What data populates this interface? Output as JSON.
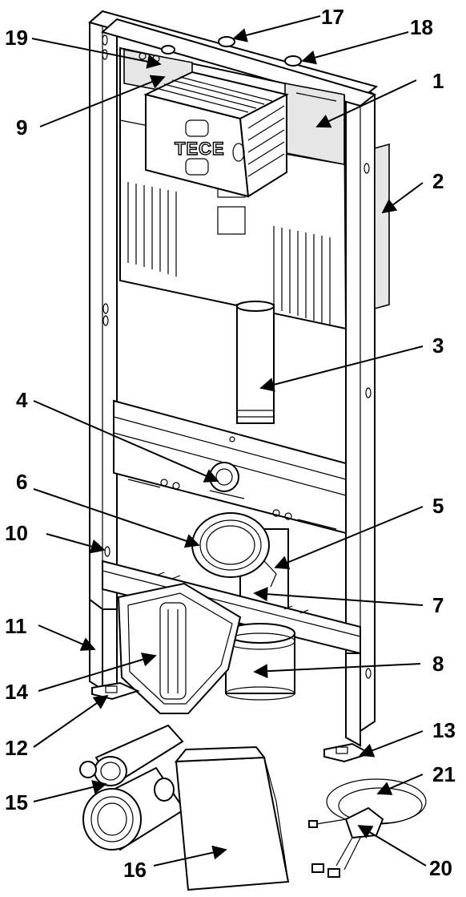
{
  "brand": {
    "logo_text": "TECE"
  },
  "labels": {
    "l1": "1",
    "l2": "2",
    "l3": "3",
    "l4": "4",
    "l5": "5",
    "l6": "6",
    "l7": "7",
    "l8": "8",
    "l9": "9",
    "l10": "10",
    "l11": "11",
    "l12": "12",
    "l13": "13",
    "l14": "14",
    "l15": "15",
    "l16": "16",
    "l17": "17",
    "l18": "18",
    "l19": "19",
    "l20": "20",
    "l21": "21"
  }
}
